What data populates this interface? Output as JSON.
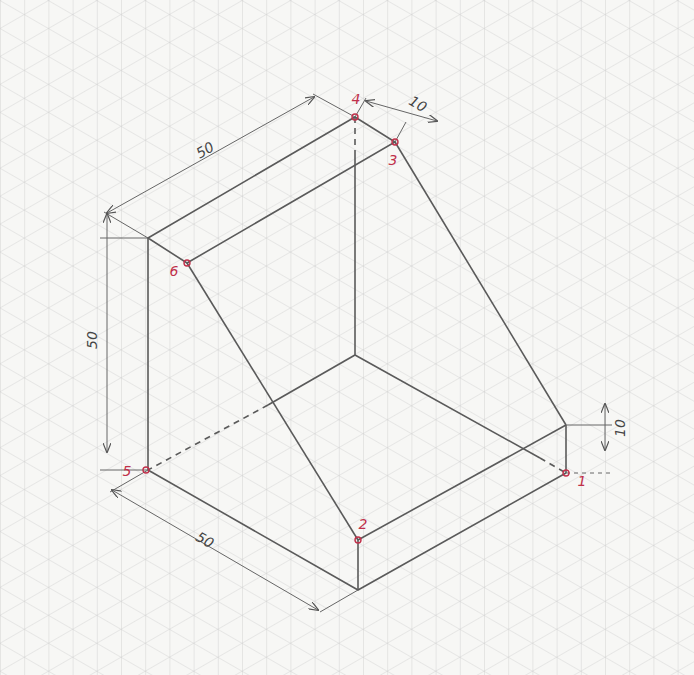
{
  "diagram": {
    "labels": [
      "50",
      "10",
      "50",
      "10",
      "50",
      "4",
      "3",
      "6",
      "5",
      "2",
      "1"
    ]
  }
}
